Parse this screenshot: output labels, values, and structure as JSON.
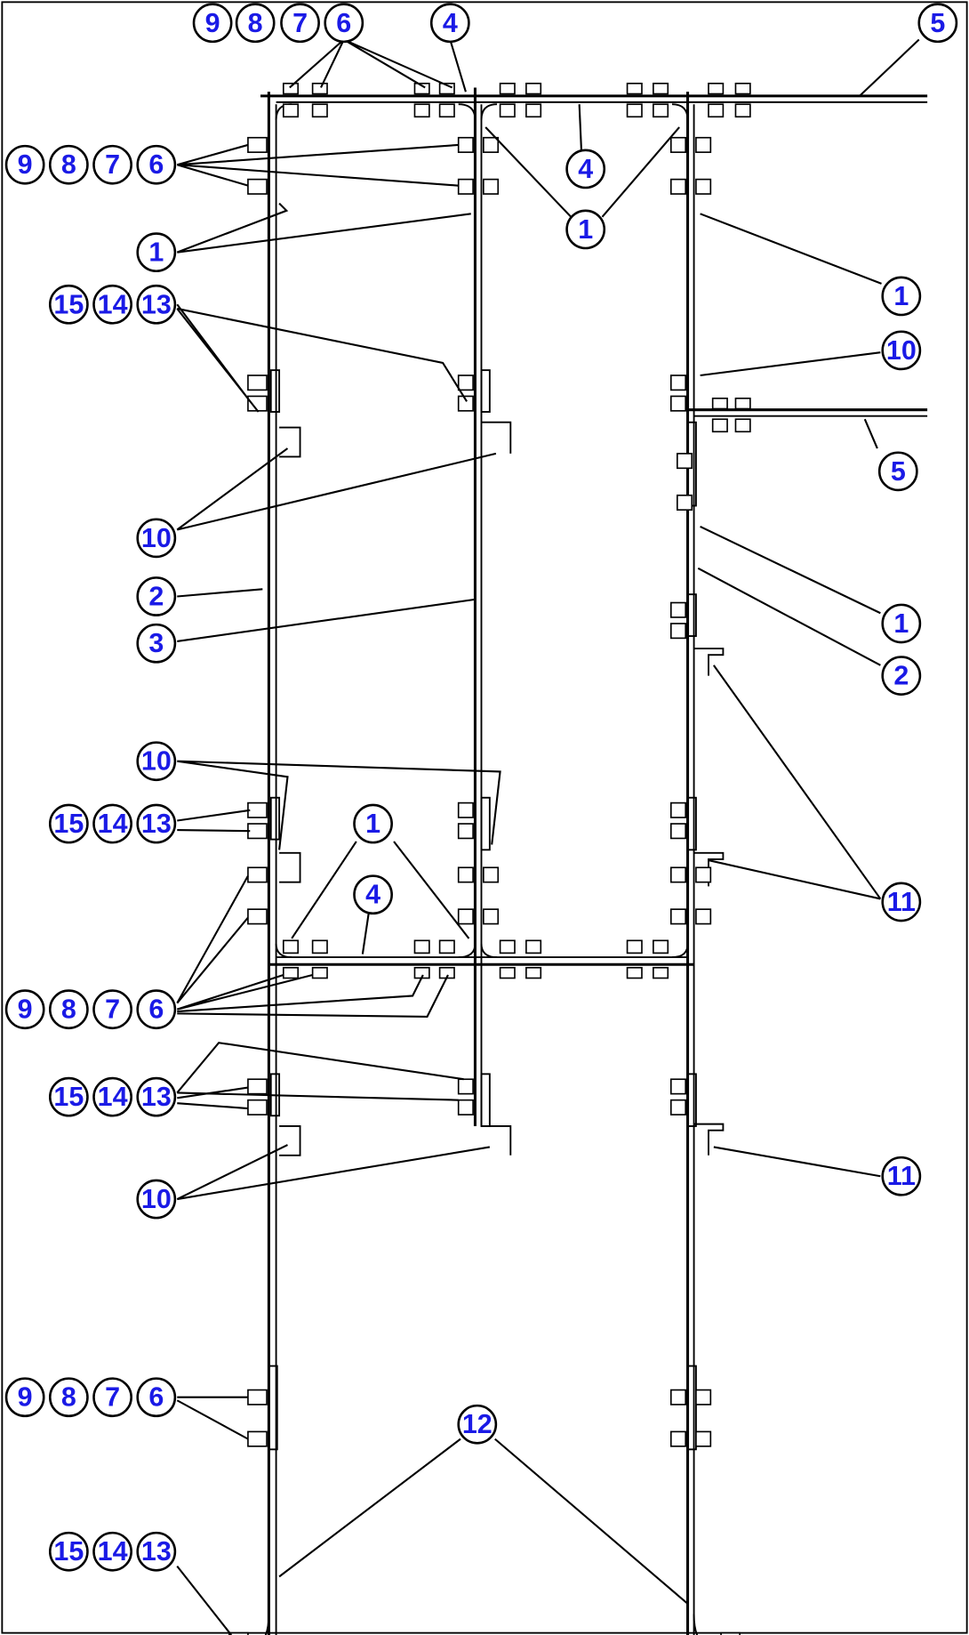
{
  "callouts": [
    "9",
    "8",
    "7",
    "6",
    "4",
    "5",
    "9",
    "8",
    "7",
    "6",
    "4",
    "1",
    "1",
    "1",
    "15",
    "14",
    "13",
    "10",
    "10",
    "5",
    "2",
    "1",
    "3",
    "2",
    "10",
    "15",
    "14",
    "13",
    "1",
    "4",
    "11",
    "9",
    "8",
    "7",
    "6",
    "15",
    "14",
    "13",
    "10",
    "11",
    "9",
    "8",
    "7",
    "6",
    "12",
    "15",
    "14",
    "13"
  ]
}
